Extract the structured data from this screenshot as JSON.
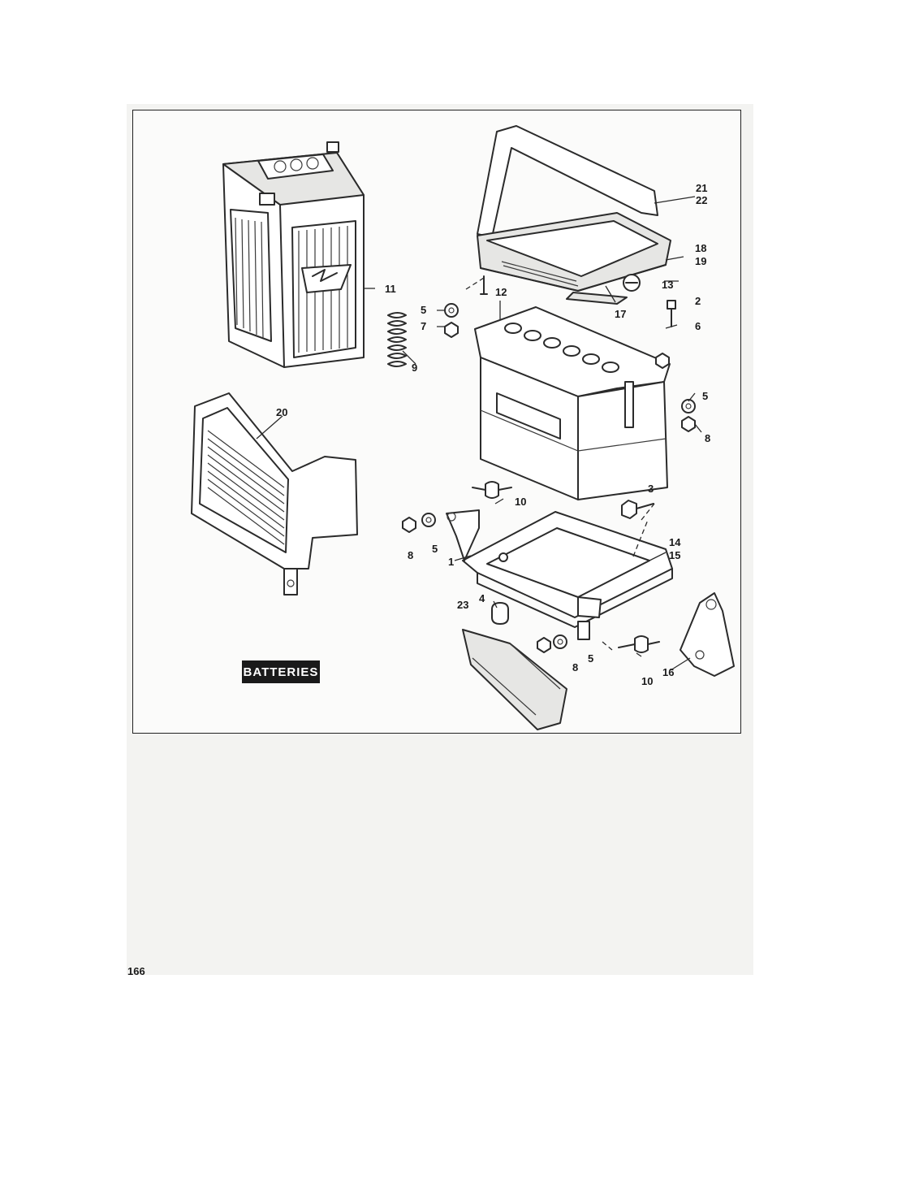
{
  "figure": {
    "title_badge": "BATTERIES",
    "page_number": "166",
    "callouts": [
      {
        "id": "c1",
        "label": "1"
      },
      {
        "id": "c2",
        "label": "2"
      },
      {
        "id": "c3",
        "label": "3"
      },
      {
        "id": "c4",
        "label": "4"
      },
      {
        "id": "c5a",
        "label": "5"
      },
      {
        "id": "c5b",
        "label": "5"
      },
      {
        "id": "c5c",
        "label": "5"
      },
      {
        "id": "c5d",
        "label": "5"
      },
      {
        "id": "c6",
        "label": "6"
      },
      {
        "id": "c7",
        "label": "7"
      },
      {
        "id": "c8a",
        "label": "8"
      },
      {
        "id": "c8b",
        "label": "8"
      },
      {
        "id": "c8c",
        "label": "8"
      },
      {
        "id": "c9",
        "label": "9"
      },
      {
        "id": "c10a",
        "label": "10"
      },
      {
        "id": "c10b",
        "label": "10"
      },
      {
        "id": "c11",
        "label": "11"
      },
      {
        "id": "c12",
        "label": "12"
      },
      {
        "id": "c13",
        "label": "13"
      },
      {
        "id": "c14",
        "label": "14"
      },
      {
        "id": "c15",
        "label": "15"
      },
      {
        "id": "c16",
        "label": "16"
      },
      {
        "id": "c17",
        "label": "17"
      },
      {
        "id": "c18",
        "label": "18"
      },
      {
        "id": "c19",
        "label": "19"
      },
      {
        "id": "c20",
        "label": "20"
      },
      {
        "id": "c21",
        "label": "21"
      },
      {
        "id": "c22",
        "label": "22"
      },
      {
        "id": "c23",
        "label": "23"
      }
    ]
  }
}
